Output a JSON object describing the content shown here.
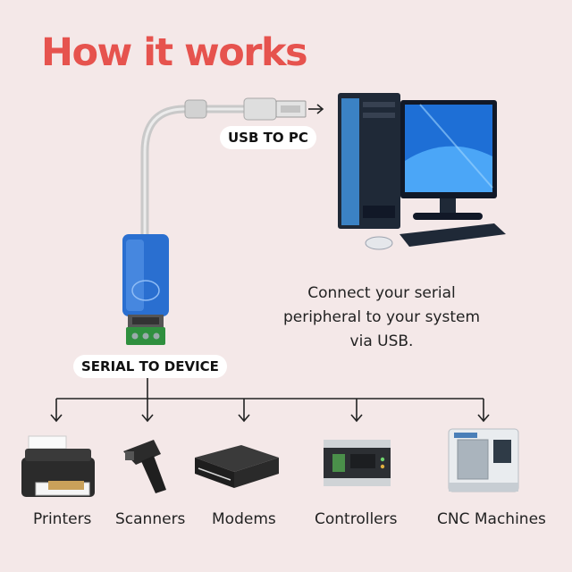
{
  "title": "How it works",
  "usb_label": "USB TO PC",
  "serial_label": "SERIAL TO DEVICE",
  "description": "Connect your serial\nperipheral to your system\nvia USB.",
  "devices": [
    {
      "label": "Printers",
      "icon": "printer-icon"
    },
    {
      "label": "Scanners",
      "icon": "barcode-scanner-icon"
    },
    {
      "label": "Modems",
      "icon": "modem-icon"
    },
    {
      "label": "Controllers",
      "icon": "plc-controller-icon"
    },
    {
      "label": "CNC Machines",
      "icon": "cnc-machine-icon"
    }
  ],
  "colors": {
    "background": "#f4e8e8",
    "title": "#e6534e",
    "adapter_blue": "#2a6fd0",
    "terminal_green": "#2f8f3e"
  }
}
